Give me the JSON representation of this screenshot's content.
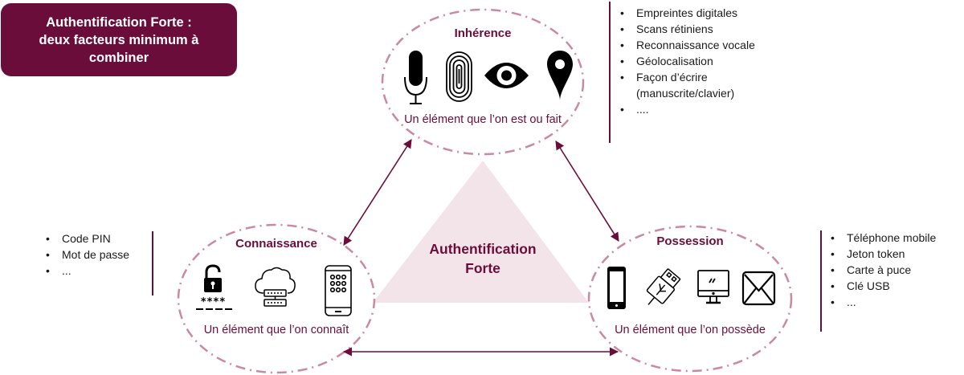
{
  "title_box": {
    "line1": "Authentification Forte :",
    "line2": "deux facteurs minimum à",
    "line3": "combiner"
  },
  "center": {
    "line1": "Authentification",
    "line2": "Forte"
  },
  "factors": {
    "inherence": {
      "title": "Inhérence",
      "subtitle": "Un élément que l’on est ou fait",
      "icons": [
        "microphone-icon",
        "fingerprint-icon",
        "eye-icon",
        "location-pin-icon"
      ],
      "examples": [
        "Empreintes digitales",
        "Scans rétiniens",
        "Reconnaissance vocale",
        "Géolocalisation",
        "Façon d’écrire",
        "(manuscrite/clavier)",
        "...."
      ]
    },
    "knowledge": {
      "title": "Connaissance",
      "subtitle": "Un élément que l’on connaît",
      "icons": [
        "padlock-pin-icon",
        "cloud-server-icon",
        "pattern-lock-phone-icon"
      ],
      "examples": [
        "Code PIN",
        "Mot de passe",
        "..."
      ]
    },
    "possession": {
      "title": "Possession",
      "subtitle": "Un élément que l’on possède",
      "icons": [
        "smartphone-icon",
        "usb-key-icon",
        "computer-monitor-icon",
        "envelope-icon"
      ],
      "examples": [
        "Téléphone mobile",
        "Jeton token",
        "Carte à puce",
        "Clé USB",
        "..."
      ]
    }
  },
  "colors": {
    "primary": "#6b0d3a",
    "ellipse_border": "#c98a9f",
    "triangle_fill": "#f3e4ea",
    "icon": "#000000"
  }
}
